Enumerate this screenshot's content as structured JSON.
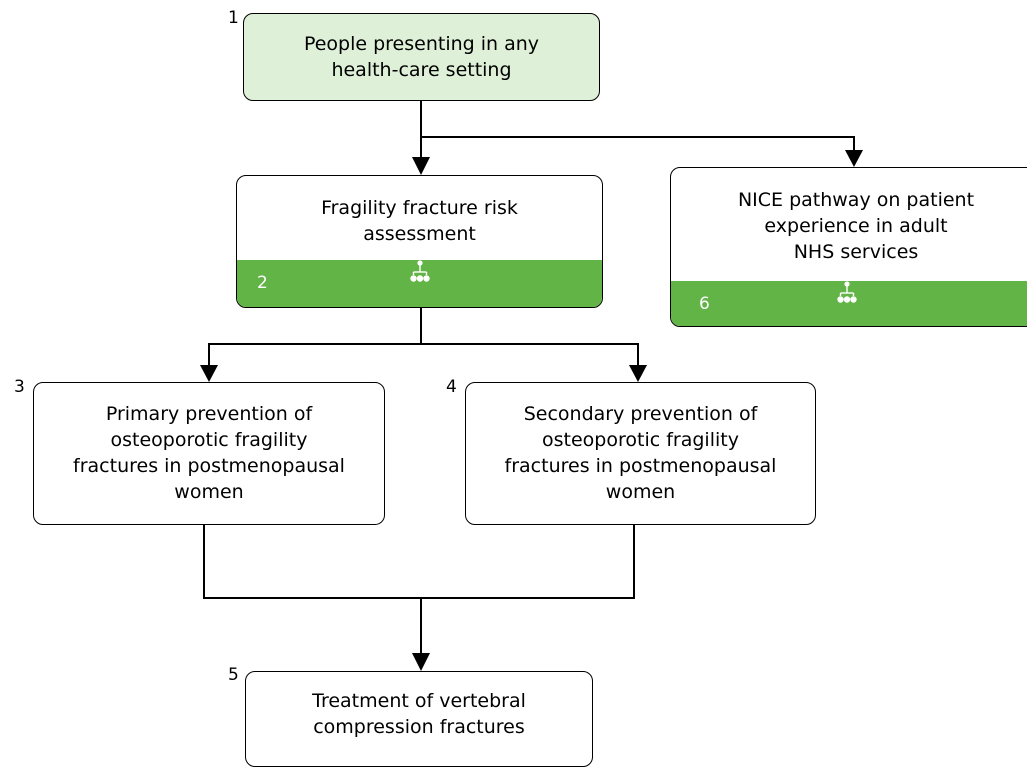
{
  "nodes": [
    {
      "id": "n1",
      "number": "1",
      "label": "People presenting in any\nhealth-care setting"
    },
    {
      "id": "n2",
      "number": "2",
      "label": "Fragility fracture risk\nassessment",
      "icon": "pathway-icon"
    },
    {
      "id": "n6",
      "number": "6",
      "label": "NICE pathway on patient\nexperience in adult\nNHS services",
      "icon": "pathway-icon"
    },
    {
      "id": "n3",
      "number": "3",
      "label": "Primary prevention of\nosteoporotic fragility\nfractures in postmenopausal\nwomen"
    },
    {
      "id": "n4",
      "number": "4",
      "label": "Secondary prevention of\nosteoporotic fragility\nfractures in postmenopausal\nwomen"
    },
    {
      "id": "n5",
      "number": "5",
      "label": "Treatment of vertebral\ncompression fractures"
    }
  ],
  "edges": [
    {
      "from": "1",
      "to": "2"
    },
    {
      "from": "1",
      "to": "6"
    },
    {
      "from": "2",
      "to": "3"
    },
    {
      "from": "2",
      "to": "4"
    },
    {
      "from": "3",
      "to": "5"
    },
    {
      "from": "4",
      "to": "5"
    }
  ],
  "colors": {
    "start_fill": "#dff0d8",
    "band_fill": "#62b446",
    "line": "#000000"
  }
}
